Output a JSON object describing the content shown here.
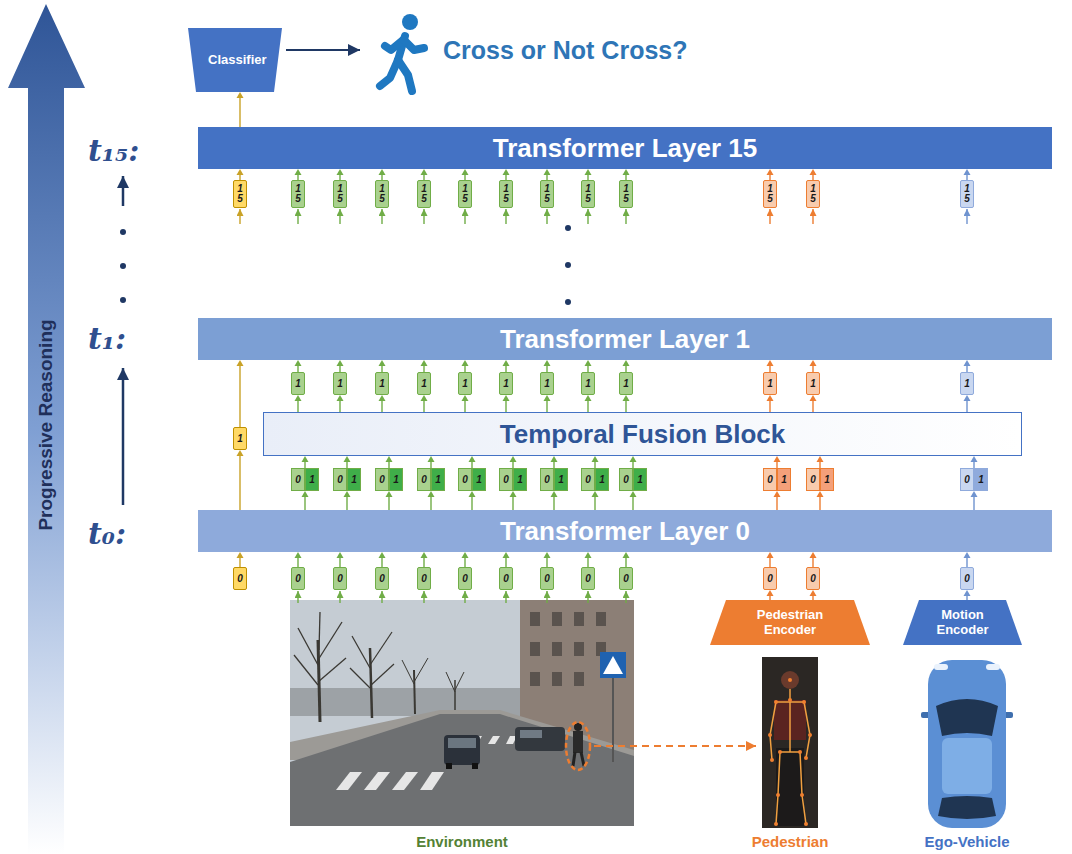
{
  "diagram": {
    "nodes": [
      {
        "text": [
          "Classifier"
        ]
      },
      {
        "text": [
          "Transformer Layer 15"
        ]
      },
      {
        "text": [
          "15"
        ]
      },
      {
        "text": [
          "15"
        ]
      },
      {
        "text": [
          "15"
        ]
      },
      {
        "text": [
          "15"
        ]
      },
      {
        "text": [
          "15"
        ]
      },
      {
        "text": [
          "15"
        ]
      },
      {
        "text": [
          "15"
        ]
      },
      {
        "text": [
          "15"
        ]
      },
      {
        "text": [
          "15"
        ]
      },
      {
        "text": [
          "15"
        ]
      },
      {
        "text": [
          "15"
        ]
      },
      {
        "text": [
          "15"
        ]
      },
      {
        "text": [
          "15"
        ]
      },
      {
        "text": [
          "Transformer Layer 1"
        ]
      },
      {
        "text": [
          "1"
        ]
      },
      {
        "text": [
          "1"
        ]
      },
      {
        "text": [
          "1"
        ]
      },
      {
        "text": [
          "1"
        ]
      },
      {
        "text": [
          "1"
        ]
      },
      {
        "text": [
          "1"
        ]
      },
      {
        "text": [
          "1"
        ]
      },
      {
        "text": [
          "1"
        ]
      },
      {
        "text": [
          "1"
        ]
      },
      {
        "text": [
          "1"
        ]
      },
      {
        "text": [
          "1"
        ]
      },
      {
        "text": [
          "1"
        ]
      },
      {
        "text": [
          "1"
        ]
      },
      {
        "text": [
          "Temporal Fusion Block"
        ]
      },
      {
        "text": [
          "0",
          "1"
        ]
      },
      {
        "text": [
          "0",
          "1"
        ]
      },
      {
        "text": [
          "0",
          "1"
        ]
      },
      {
        "text": [
          "0",
          "1"
        ]
      },
      {
        "text": [
          "0",
          "1"
        ]
      },
      {
        "text": [
          "0",
          "1"
        ]
      },
      {
        "text": [
          "0",
          "1"
        ]
      },
      {
        "text": [
          "0",
          "1"
        ]
      },
      {
        "text": [
          "0",
          "1"
        ]
      },
      {
        "text": [
          "0",
          "1"
        ]
      },
      {
        "text": [
          "0",
          "1"
        ]
      },
      {
        "text": [
          "0",
          "1"
        ]
      },
      {
        "text": [
          "Transformer Layer 0"
        ]
      },
      {
        "text": [
          "0"
        ]
      },
      {
        "text": [
          "0"
        ]
      },
      {
        "text": [
          "0"
        ]
      },
      {
        "text": [
          "0"
        ]
      },
      {
        "text": [
          "0"
        ]
      },
      {
        "text": [
          "0"
        ]
      },
      {
        "text": [
          "0"
        ]
      },
      {
        "text": [
          "0"
        ]
      },
      {
        "text": [
          "0"
        ]
      },
      {
        "text": [
          "0"
        ]
      },
      {
        "text": [
          "0"
        ]
      },
      {
        "text": [
          "0"
        ]
      },
      {
        "text": [
          "0"
        ]
      },
      {
        "text": [
          "Pedestrian Encoder"
        ]
      },
      {
        "text": [
          "Motion Encoder"
        ]
      }
    ],
    "edges": [
      {
        "from": 2,
        "to": 1,
        "arrow": "to"
      },
      {
        "from": 3,
        "to": 1,
        "arrow": "to"
      },
      {
        "from": 4,
        "to": 1,
        "arrow": "to"
      },
      {
        "from": 5,
        "to": 1,
        "arrow": "to"
      },
      {
        "from": 6,
        "to": 1,
        "arrow": "to"
      },
      {
        "from": 7,
        "to": 1,
        "arrow": "to"
      },
      {
        "from": 8,
        "to": 1,
        "arrow": "to"
      },
      {
        "from": 9,
        "to": 1,
        "arrow": "to"
      },
      {
        "from": 10,
        "to": 1,
        "arrow": "to"
      },
      {
        "from": 11,
        "to": 1,
        "arrow": "to"
      },
      {
        "from": 12,
        "to": 1,
        "arrow": "to"
      },
      {
        "from": 13,
        "to": 1,
        "arrow": "to"
      },
      {
        "from": 14,
        "to": 1,
        "arrow": "to"
      },
      {
        "from": 1,
        "to": 0,
        "arrow": "to"
      },
      {
        "from": 16,
        "to": 15,
        "arrow": "to"
      },
      {
        "from": 17,
        "to": 15,
        "arrow": "to"
      },
      {
        "from": 18,
        "to": 15,
        "arrow": "to"
      },
      {
        "from": 19,
        "to": 15,
        "arrow": "to"
      },
      {
        "from": 20,
        "to": 15,
        "arrow": "to"
      },
      {
        "from": 21,
        "to": 15,
        "arrow": "to"
      },
      {
        "from": 22,
        "to": 15,
        "arrow": "to"
      },
      {
        "from": 23,
        "to": 15,
        "arrow": "to"
      },
      {
        "from": 24,
        "to": 15,
        "arrow": "to"
      },
      {
        "from": 25,
        "to": 15,
        "arrow": "to"
      },
      {
        "from": 26,
        "to": 15,
        "arrow": "to"
      },
      {
        "from": 27,
        "to": 15,
        "arrow": "to"
      },
      {
        "from": 28,
        "to": 15,
        "arrow": "to"
      },
      {
        "from": 29,
        "to": 16,
        "arrow": "to"
      },
      {
        "from": 29,
        "to": 17,
        "arrow": "to"
      },
      {
        "from": 29,
        "to": 18,
        "arrow": "to"
      },
      {
        "from": 29,
        "to": 19,
        "arrow": "to"
      },
      {
        "from": 29,
        "to": 20,
        "arrow": "to"
      },
      {
        "from": 29,
        "to": 21,
        "arrow": "to"
      },
      {
        "from": 29,
        "to": 22,
        "arrow": "to"
      },
      {
        "from": 29,
        "to": 23,
        "arrow": "to"
      },
      {
        "from": 29,
        "to": 24,
        "arrow": "to"
      },
      {
        "from": 29,
        "to": 25,
        "arrow": "to"
      },
      {
        "from": 29,
        "to": 26,
        "arrow": "to"
      },
      {
        "from": 29,
        "to": 27,
        "arrow": "to"
      },
      {
        "from": 30,
        "to": 29,
        "arrow": "to"
      },
      {
        "from": 31,
        "to": 29,
        "arrow": "to"
      },
      {
        "from": 32,
        "to": 29,
        "arrow": "to"
      },
      {
        "from": 33,
        "to": 29,
        "arrow": "to"
      },
      {
        "from": 34,
        "to": 29,
        "arrow": "to"
      },
      {
        "from": 35,
        "to": 29,
        "arrow": "to"
      },
      {
        "from": 36,
        "to": 29,
        "arrow": "to"
      },
      {
        "from": 37,
        "to": 29,
        "arrow": "to"
      },
      {
        "from": 38,
        "to": 29,
        "arrow": "to"
      },
      {
        "from": 39,
        "to": 29,
        "arrow": "to"
      },
      {
        "from": 40,
        "to": 29,
        "arrow": "to"
      },
      {
        "from": 41,
        "to": 29,
        "arrow": "to"
      },
      {
        "from": 42,
        "to": 30,
        "arrow": "to"
      },
      {
        "from": 42,
        "to": 31,
        "arrow": "to"
      },
      {
        "from": 42,
        "to": 32,
        "arrow": "to"
      },
      {
        "from": 42,
        "to": 33,
        "arrow": "to"
      },
      {
        "from": 42,
        "to": 34,
        "arrow": "to"
      },
      {
        "from": 42,
        "to": 35,
        "arrow": "to"
      },
      {
        "from": 42,
        "to": 36,
        "arrow": "to"
      },
      {
        "from": 42,
        "to": 37,
        "arrow": "to"
      },
      {
        "from": 42,
        "to": 38,
        "arrow": "to"
      },
      {
        "from": 42,
        "to": 39,
        "arrow": "to"
      },
      {
        "from": 42,
        "to": 40,
        "arrow": "to"
      },
      {
        "from": 42,
        "to": 41,
        "arrow": "to"
      },
      {
        "from": 42,
        "to": 28,
        "arrow": "to"
      },
      {
        "from": 43,
        "to": 42,
        "arrow": "to"
      },
      {
        "from": 44,
        "to": 42,
        "arrow": "to"
      },
      {
        "from": 45,
        "to": 42,
        "arrow": "to"
      },
      {
        "from": 46,
        "to": 42,
        "arrow": "to"
      },
      {
        "from": 47,
        "to": 42,
        "arrow": "to"
      },
      {
        "from": 48,
        "to": 42,
        "arrow": "to"
      },
      {
        "from": 49,
        "to": 42,
        "arrow": "to"
      },
      {
        "from": 50,
        "to": 42,
        "arrow": "to"
      },
      {
        "from": 51,
        "to": 42,
        "arrow": "to"
      },
      {
        "from": 52,
        "to": 42,
        "arrow": "to"
      },
      {
        "from": 53,
        "to": 42,
        "arrow": "to"
      },
      {
        "from": 54,
        "to": 42,
        "arrow": "to"
      },
      {
        "from": 55,
        "to": 42,
        "arrow": "to"
      },
      {
        "from": 56,
        "to": 53,
        "arrow": "to"
      },
      {
        "from": 56,
        "to": 54,
        "arrow": "to"
      },
      {
        "from": 57,
        "to": 55,
        "arrow": "to"
      }
    ],
    "labels": [
      "Cross or Not Cross?",
      "t₁₅:",
      "t₁:",
      "t₀:",
      "Progressive Reasoning",
      "Environment",
      "Pedestrian",
      "Ego-Vehicle"
    ]
  }
}
